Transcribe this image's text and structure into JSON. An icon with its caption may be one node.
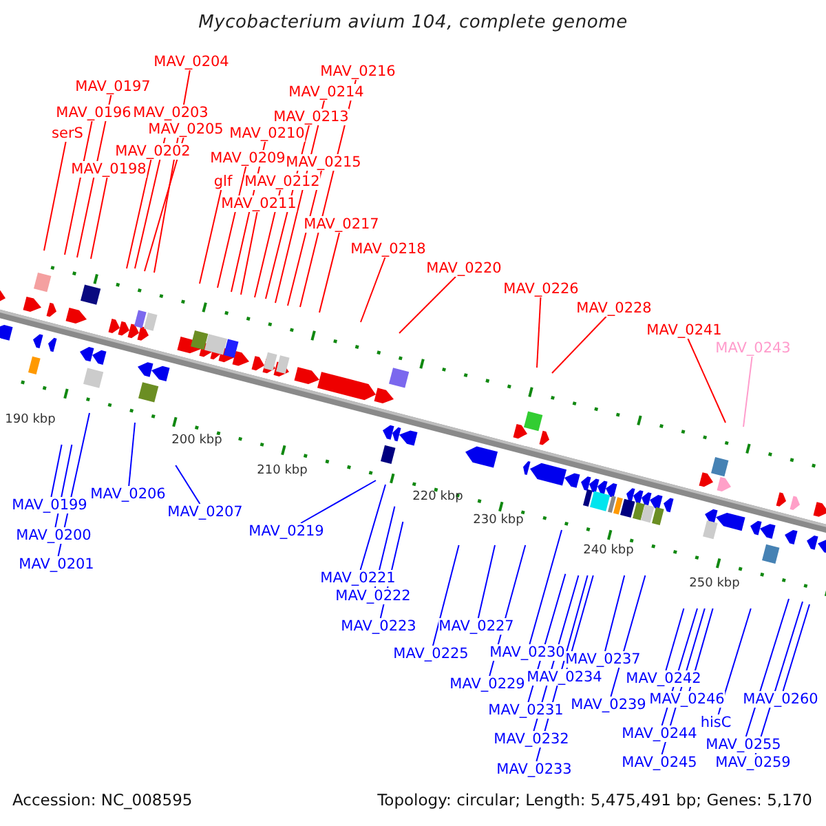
{
  "diagram": {
    "title": "Mycobacterium avium 104, complete genome",
    "nodes": [
      {
        "text": [
          "MAV_0204"
        ]
      },
      {
        "text": [
          "MAV_0216"
        ]
      },
      {
        "text": [
          "MAV_0197"
        ]
      },
      {
        "text": [
          "MAV_0214"
        ]
      },
      {
        "text": [
          "MAV_0196"
        ]
      },
      {
        "text": [
          "MAV_0203"
        ]
      },
      {
        "text": [
          "MAV_0213"
        ]
      },
      {
        "text": [
          "MAV_0205"
        ]
      },
      {
        "text": [
          "serS"
        ]
      },
      {
        "text": [
          "MAV_0210"
        ]
      },
      {
        "text": [
          "MAV_0202"
        ]
      },
      {
        "text": [
          "MAV_0209"
        ]
      },
      {
        "text": [
          "MAV_0215"
        ]
      },
      {
        "text": [
          "MAV_0198"
        ]
      },
      {
        "text": [
          "glf"
        ]
      },
      {
        "text": [
          "MAV_0212"
        ]
      },
      {
        "text": [
          "MAV_0211"
        ]
      },
      {
        "text": [
          "MAV_0217"
        ]
      },
      {
        "text": [
          "MAV_0218"
        ]
      },
      {
        "text": [
          "MAV_0220"
        ]
      },
      {
        "text": [
          "MAV_0226"
        ]
      },
      {
        "text": [
          "MAV_0228"
        ]
      },
      {
        "text": [
          "MAV_0241"
        ]
      },
      {
        "text": [
          "MAV_0243"
        ]
      },
      {
        "text": [
          "MAV_0199"
        ]
      },
      {
        "text": [
          "MAV_0206"
        ]
      },
      {
        "text": [
          "MAV_0207"
        ]
      },
      {
        "text": [
          "MAV_0219"
        ]
      },
      {
        "text": [
          "MAV_0200"
        ]
      },
      {
        "text": [
          "MAV_0201"
        ]
      },
      {
        "text": [
          "MAV_0221"
        ]
      },
      {
        "text": [
          "MAV_0222"
        ]
      },
      {
        "text": [
          "MAV_0223"
        ]
      },
      {
        "text": [
          "MAV_0227"
        ]
      },
      {
        "text": [
          "MAV_0230"
        ]
      },
      {
        "text": [
          "MAV_0225"
        ]
      },
      {
        "text": [
          "MAV_0237"
        ]
      },
      {
        "text": [
          "MAV_0234"
        ]
      },
      {
        "text": [
          "MAV_0242"
        ]
      },
      {
        "text": [
          "MAV_0229"
        ]
      },
      {
        "text": [
          "MAV_0246"
        ]
      },
      {
        "text": [
          "MAV_0260"
        ]
      },
      {
        "text": [
          "MAV_0239"
        ]
      },
      {
        "text": [
          "MAV_0231"
        ]
      },
      {
        "text": [
          "hisC"
        ]
      },
      {
        "text": [
          "MAV_0244"
        ]
      },
      {
        "text": [
          "MAV_0232"
        ]
      },
      {
        "text": [
          "MAV_0255"
        ]
      },
      {
        "text": [
          "MAV_0245"
        ]
      },
      {
        "text": [
          "MAV_0259"
        ]
      },
      {
        "text": [
          "MAV_0233"
        ]
      }
    ],
    "edges": [
      {
        "from": 0,
        "to": null,
        "arrow": "none",
        "color": "#ff0000"
      },
      {
        "from": 1,
        "to": null,
        "arrow": "none",
        "color": "#ff0000"
      },
      {
        "from": 2,
        "to": null,
        "arrow": "none",
        "color": "#ff0000"
      },
      {
        "from": 3,
        "to": null,
        "arrow": "none",
        "color": "#ff0000"
      },
      {
        "from": 4,
        "to": null,
        "arrow": "none",
        "color": "#ff0000"
      },
      {
        "from": 5,
        "to": null,
        "arrow": "none",
        "color": "#ff0000"
      },
      {
        "from": 6,
        "to": null,
        "arrow": "none",
        "color": "#ff0000"
      },
      {
        "from": 7,
        "to": null,
        "arrow": "none",
        "color": "#ff0000"
      },
      {
        "from": 8,
        "to": null,
        "arrow": "none",
        "color": "#ff0000"
      },
      {
        "from": 9,
        "to": null,
        "arrow": "none",
        "color": "#ff0000"
      },
      {
        "from": 10,
        "to": null,
        "arrow": "none",
        "color": "#ff0000"
      },
      {
        "from": 11,
        "to": null,
        "arrow": "none",
        "color": "#ff0000"
      },
      {
        "from": 12,
        "to": null,
        "arrow": "none",
        "color": "#ff0000"
      },
      {
        "from": 13,
        "to": null,
        "arrow": "none",
        "color": "#ff0000"
      },
      {
        "from": 14,
        "to": null,
        "arrow": "none",
        "color": "#ff0000"
      },
      {
        "from": 15,
        "to": null,
        "arrow": "none",
        "color": "#ff0000"
      },
      {
        "from": 16,
        "to": null,
        "arrow": "none",
        "color": "#ff0000"
      },
      {
        "from": 17,
        "to": null,
        "arrow": "none",
        "color": "#ff0000"
      },
      {
        "from": 18,
        "to": null,
        "arrow": "none",
        "color": "#ff0000"
      },
      {
        "from": 19,
        "to": null,
        "arrow": "none",
        "color": "#ff0000"
      },
      {
        "from": 20,
        "to": null,
        "arrow": "none",
        "color": "#ff0000"
      },
      {
        "from": 21,
        "to": null,
        "arrow": "none",
        "color": "#ff0000"
      },
      {
        "from": 22,
        "to": null,
        "arrow": "none",
        "color": "#ff0000"
      },
      {
        "from": 23,
        "to": null,
        "arrow": "none",
        "color": "#ff9ccc"
      },
      {
        "from": 24,
        "to": null,
        "arrow": "none"
      },
      {
        "from": 25,
        "to": null,
        "arrow": "none"
      },
      {
        "from": 26,
        "to": null,
        "arrow": "none"
      },
      {
        "from": 27,
        "to": null,
        "arrow": "none"
      },
      {
        "from": 28,
        "to": null,
        "arrow": "none"
      },
      {
        "from": 29,
        "to": null,
        "arrow": "none"
      },
      {
        "from": 30,
        "to": null,
        "arrow": "none"
      },
      {
        "from": 31,
        "to": null,
        "arrow": "none"
      },
      {
        "from": 32,
        "to": null,
        "arrow": "none"
      },
      {
        "from": 33,
        "to": null,
        "arrow": "none"
      },
      {
        "from": 34,
        "to": null,
        "arrow": "none"
      },
      {
        "from": 35,
        "to": null,
        "arrow": "none"
      },
      {
        "from": 36,
        "to": null,
        "arrow": "none"
      },
      {
        "from": 37,
        "to": null,
        "arrow": "none"
      },
      {
        "from": 38,
        "to": null,
        "arrow": "none"
      },
      {
        "from": 39,
        "to": null,
        "arrow": "none"
      },
      {
        "from": 40,
        "to": null,
        "arrow": "none"
      },
      {
        "from": 41,
        "to": null,
        "arrow": "none"
      },
      {
        "from": 42,
        "to": null,
        "arrow": "none"
      },
      {
        "from": 43,
        "to": null,
        "arrow": "none"
      },
      {
        "from": 44,
        "to": null,
        "arrow": "none"
      },
      {
        "from": 45,
        "to": null,
        "arrow": "none"
      },
      {
        "from": 46,
        "to": null,
        "arrow": "none"
      },
      {
        "from": 47,
        "to": null,
        "arrow": "none"
      },
      {
        "from": 48,
        "to": null,
        "arrow": "none"
      },
      {
        "from": 49,
        "to": null,
        "arrow": "none"
      },
      {
        "from": 50,
        "to": null,
        "arrow": "none"
      }
    ],
    "labels": [
      "190 kbp",
      "200 kbp",
      "210 kbp",
      "220 kbp",
      "230 kbp",
      "240 kbp",
      "250 kbp",
      "Accession: NC_008595",
      "Topology: circular; Length: 5,475,491 bp; Genes: 5,170"
    ]
  }
}
